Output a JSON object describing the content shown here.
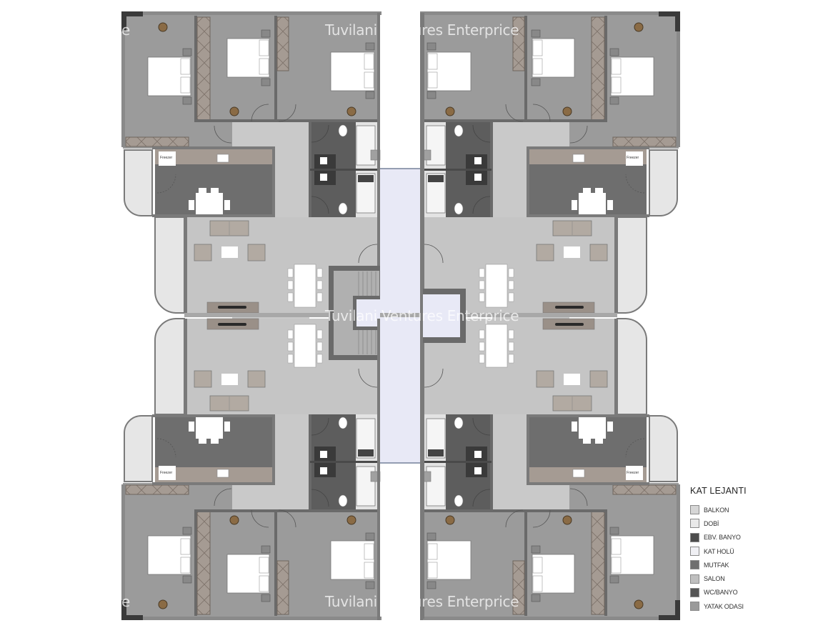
{
  "watermark": {
    "text": "Tuvilani Ventures Enterprice",
    "edge_fragment": "e"
  },
  "plan": {
    "freezer_label": "Freezer",
    "colors": {
      "bedroom": "#9b9b9b",
      "salon": "#c5c5c5",
      "hall": "#c9c9c9",
      "kitchen": "#6e6e6e",
      "wc_bath": "#5d5d5d",
      "ebv_bath": "#e3e3e3",
      "corridor": "#e8e9f6",
      "balcony": "#e6e6e6",
      "wall": "#7a7a7a",
      "wardrobe": "#a59b93",
      "furniture_white": "#ffffff",
      "sofa": "#b2aaa2",
      "chair_wood": "#8a6b45"
    }
  },
  "legend": {
    "title": "KAT LEJANTI",
    "items": [
      {
        "label": "BALKON",
        "color": "#d6d6d6"
      },
      {
        "label": "DOBİ",
        "color": "#e9e9e9"
      },
      {
        "label": "EBV. BANYO",
        "color": "#4c4c4c"
      },
      {
        "label": "KAT HOLÜ",
        "color": "#f0f0f4"
      },
      {
        "label": "MUTFAK",
        "color": "#6f6f6f"
      },
      {
        "label": "SALON",
        "color": "#bfbfbf"
      },
      {
        "label": "WC/BANYO",
        "color": "#555555"
      },
      {
        "label": "YATAK ODASI",
        "color": "#9a9a9a"
      }
    ]
  }
}
